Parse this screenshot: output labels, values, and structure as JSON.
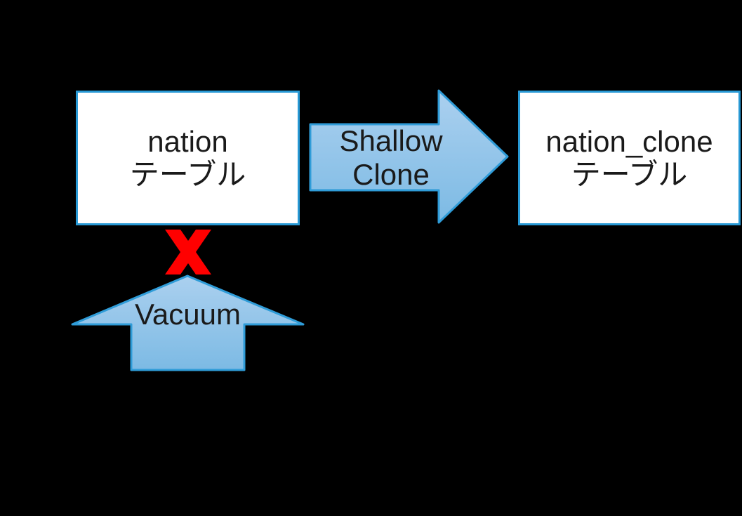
{
  "diagram": {
    "source_table": {
      "line1": "nation",
      "line2": "テーブル"
    },
    "target_table": {
      "line1": "nation_clone",
      "line2": "テーブル"
    },
    "clone_arrow": {
      "label_line1": "Shallow",
      "label_line2": "Clone",
      "direction": "right"
    },
    "vacuum_arrow": {
      "label": "Vacuum",
      "direction": "up"
    },
    "blocked_marker": {
      "icon": "red-cross-x-icon",
      "meaning": "vacuum-blocked"
    }
  },
  "colors": {
    "background": "#000000",
    "node_fill": "#ffffff",
    "node_border": "#2899d5",
    "arrow_fill_top": "#abd0ef",
    "arrow_fill_bottom": "#7cbae4",
    "arrow_stroke": "#2f9cd8",
    "text": "#1a1a1a",
    "blocked_x": "#ff0000"
  }
}
